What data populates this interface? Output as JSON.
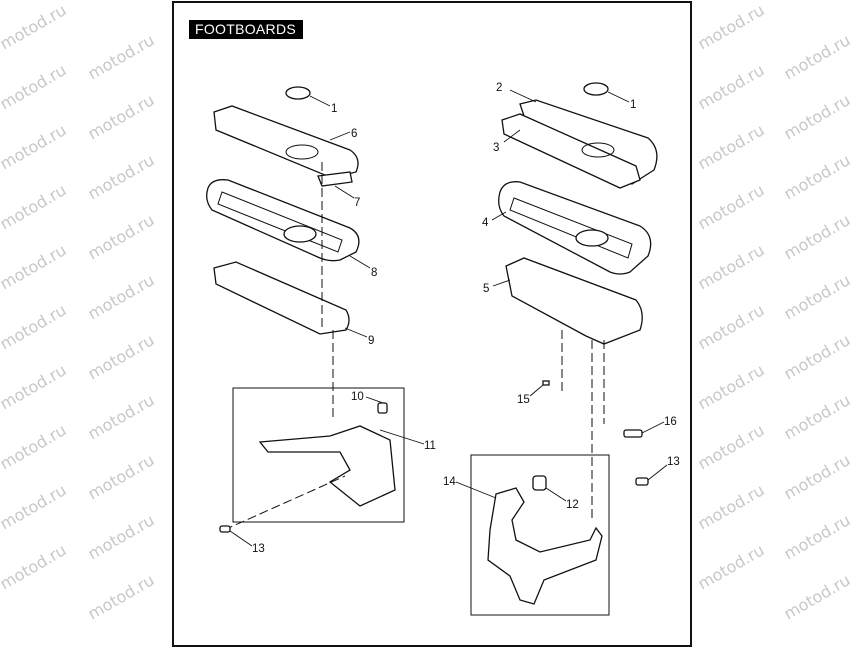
{
  "title": "FOOTBOARDS",
  "watermark": "motod.ru",
  "callouts": {
    "left": {
      "c1": "1",
      "c6": "6",
      "c7": "7",
      "c8": "8",
      "c9": "9",
      "c10": "10",
      "c11": "11",
      "c13": "13"
    },
    "right": {
      "c2": "2",
      "c1": "1",
      "c3": "3",
      "c4": "4",
      "c5": "5",
      "c15": "15",
      "c16": "16",
      "c13": "13",
      "c14": "14",
      "c12": "12"
    }
  }
}
